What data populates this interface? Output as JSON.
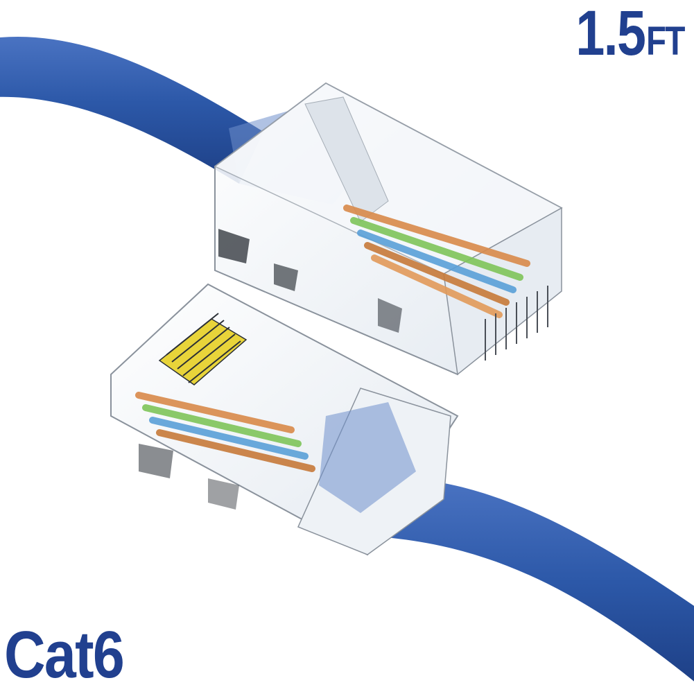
{
  "product": {
    "length_value": "1.5",
    "length_unit": "FT",
    "category": "Cat6"
  },
  "colors": {
    "label_text": "#21408f",
    "cable_blue": "#2c58a8",
    "cable_shadow": "#1f4288",
    "connector_clear": "#eef2f6",
    "contact_gold": "#e8d43a",
    "background": "#ffffff"
  },
  "objects": {
    "upper_connector": "rj45-connector",
    "lower_connector": "rj45-connector",
    "cable": "blue-ethernet-cable"
  }
}
